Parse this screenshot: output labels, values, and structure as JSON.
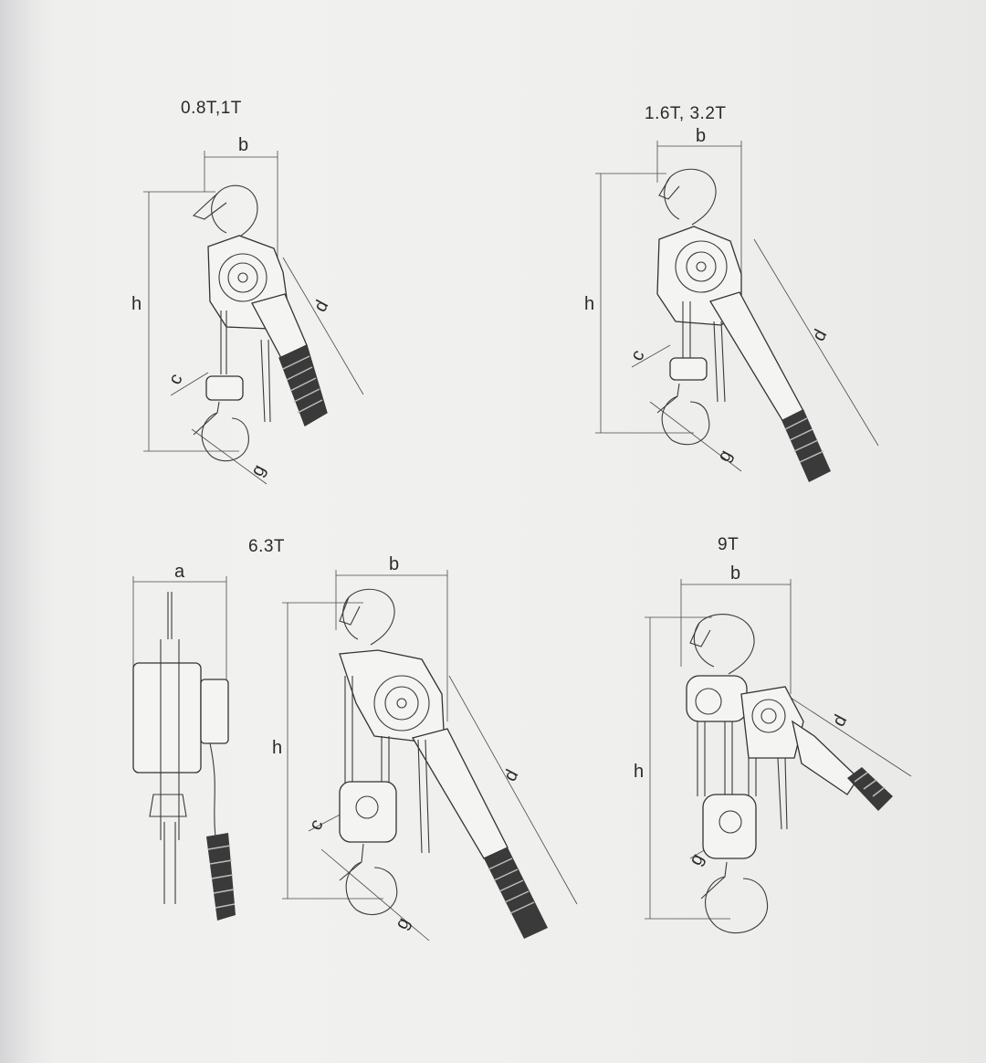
{
  "figures": [
    {
      "id": "fig-1",
      "caption": "0.8T,1T",
      "dims": {
        "b": "b",
        "h": "h",
        "d": "d",
        "c": "c",
        "g": "g"
      }
    },
    {
      "id": "fig-2",
      "caption": "1.6T, 3.2T",
      "dims": {
        "b": "b",
        "h": "h",
        "d": "d",
        "c": "c",
        "g": "g"
      }
    },
    {
      "id": "fig-3",
      "caption": "6.3T",
      "dims": {
        "a": "a",
        "b": "b",
        "h": "h",
        "d": "d",
        "c": "c",
        "g": "g"
      }
    },
    {
      "id": "fig-4",
      "caption": "9T",
      "dims": {
        "b": "b",
        "h": "h",
        "d": "d",
        "g": "g"
      }
    }
  ]
}
